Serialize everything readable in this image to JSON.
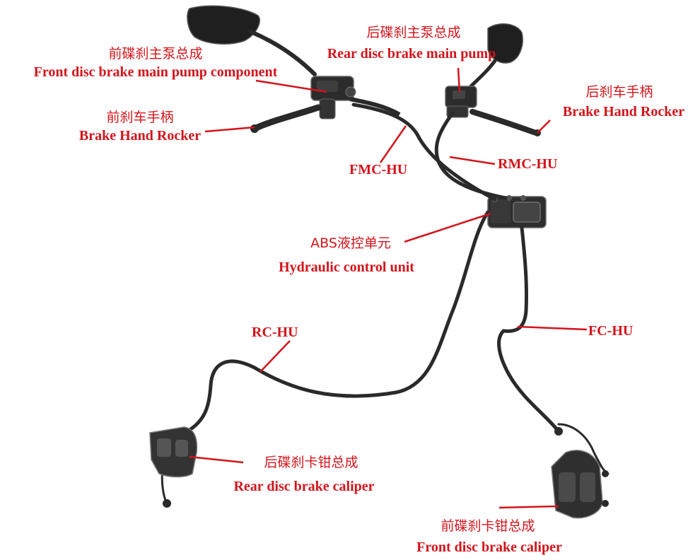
{
  "colors": {
    "label": "#d4141b",
    "line": "#d4141b",
    "part": "#2a2a2a"
  },
  "labels": {
    "front_pump": {
      "zh": "前碟刹主泵总成",
      "en": "Front disc brake main pump component"
    },
    "rear_pump": {
      "zh": "后碟刹主泵总成",
      "en": "Rear disc brake main pump"
    },
    "front_lever": {
      "zh": "前刹车手柄",
      "en": "Brake Hand Rocker"
    },
    "rear_lever": {
      "zh": "后刹车手柄",
      "en": "Brake Hand Rocker"
    },
    "fmc_hu": "FMC-HU",
    "rmc_hu": "RMC-HU",
    "abs_unit": {
      "zh": "ABS液控单元",
      "en": "Hydraulic control unit"
    },
    "rc_hu": "RC-HU",
    "fc_hu": "FC-HU",
    "rear_caliper": {
      "zh": "后碟刹卡钳总成",
      "en": "Rear disc brake caliper"
    },
    "front_caliper": {
      "zh": "前碟刹卡钳总成",
      "en": "Front disc brake caliper"
    }
  }
}
